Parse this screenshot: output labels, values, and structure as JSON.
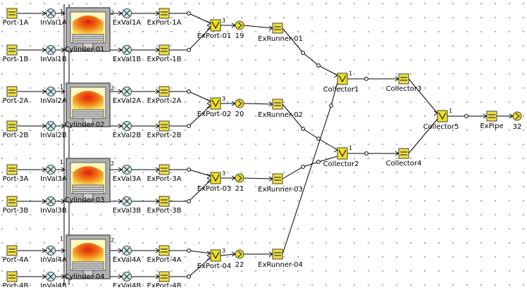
{
  "diagram": {
    "intake_ports": [
      {
        "port": "Port-1A",
        "valve": "InVal1A"
      },
      {
        "port": "Port-1B",
        "valve": "InVal1B"
      },
      {
        "port": "Port-2A",
        "valve": "InVal2A"
      },
      {
        "port": "Port-2B",
        "valve": "InVal2B"
      },
      {
        "port": "Port-3A",
        "valve": "InVal3A"
      },
      {
        "port": "Port-3B",
        "valve": "InVal3B"
      },
      {
        "port": "Port-4A",
        "valve": "InVal4A"
      },
      {
        "port": "Port-4B",
        "valve": "InVal4B"
      }
    ],
    "cylinders": [
      "Cylinder-01",
      "Cylinder-02",
      "Cylinder-03",
      "Cylinder-04"
    ],
    "exhaust_ports": [
      {
        "valve": "ExVal1A",
        "port": "ExPort-1A"
      },
      {
        "valve": "ExVal1B",
        "port": "ExPort-1B"
      },
      {
        "valve": "ExVal2A",
        "port": "ExPort-2A"
      },
      {
        "valve": "ExVal2B",
        "port": "ExPort-2B"
      },
      {
        "valve": "ExVal3A",
        "port": "ExPort-3A"
      },
      {
        "valve": "ExVal3B",
        "port": "ExPort-3B"
      },
      {
        "valve": "ExVal4A",
        "port": "ExPort-4A"
      },
      {
        "valve": "ExVal4B",
        "port": "ExPort-4B"
      }
    ],
    "exhaust_junctions": [
      "ExPort-01",
      "ExPort-02",
      "ExPort-03",
      "ExPort-04"
    ],
    "orifices": [
      "19",
      "20",
      "21",
      "22"
    ],
    "runners": [
      "ExRunner-01",
      "ExRunner-02",
      "ExRunner-03",
      "ExRunner-04"
    ],
    "collectors": {
      "c1": "Collector1",
      "c2": "Collector2",
      "c3": "Collector3",
      "c4": "Collector4",
      "c5": "Collector5"
    },
    "pipe": "ExPipe",
    "end": "32",
    "port_numbers": {
      "one": "1",
      "two": "2",
      "three": "3"
    }
  },
  "colors": {
    "pipe_fill": "#f0e040",
    "junction_fill": "#f0e020",
    "valve_fill": "#c8ecec",
    "cyl_frame": "#b0b0b0",
    "cyl_hot": "#e02010",
    "cyl_warm": "#f8e040",
    "line": "#000000",
    "grid_dot": "#707070"
  }
}
